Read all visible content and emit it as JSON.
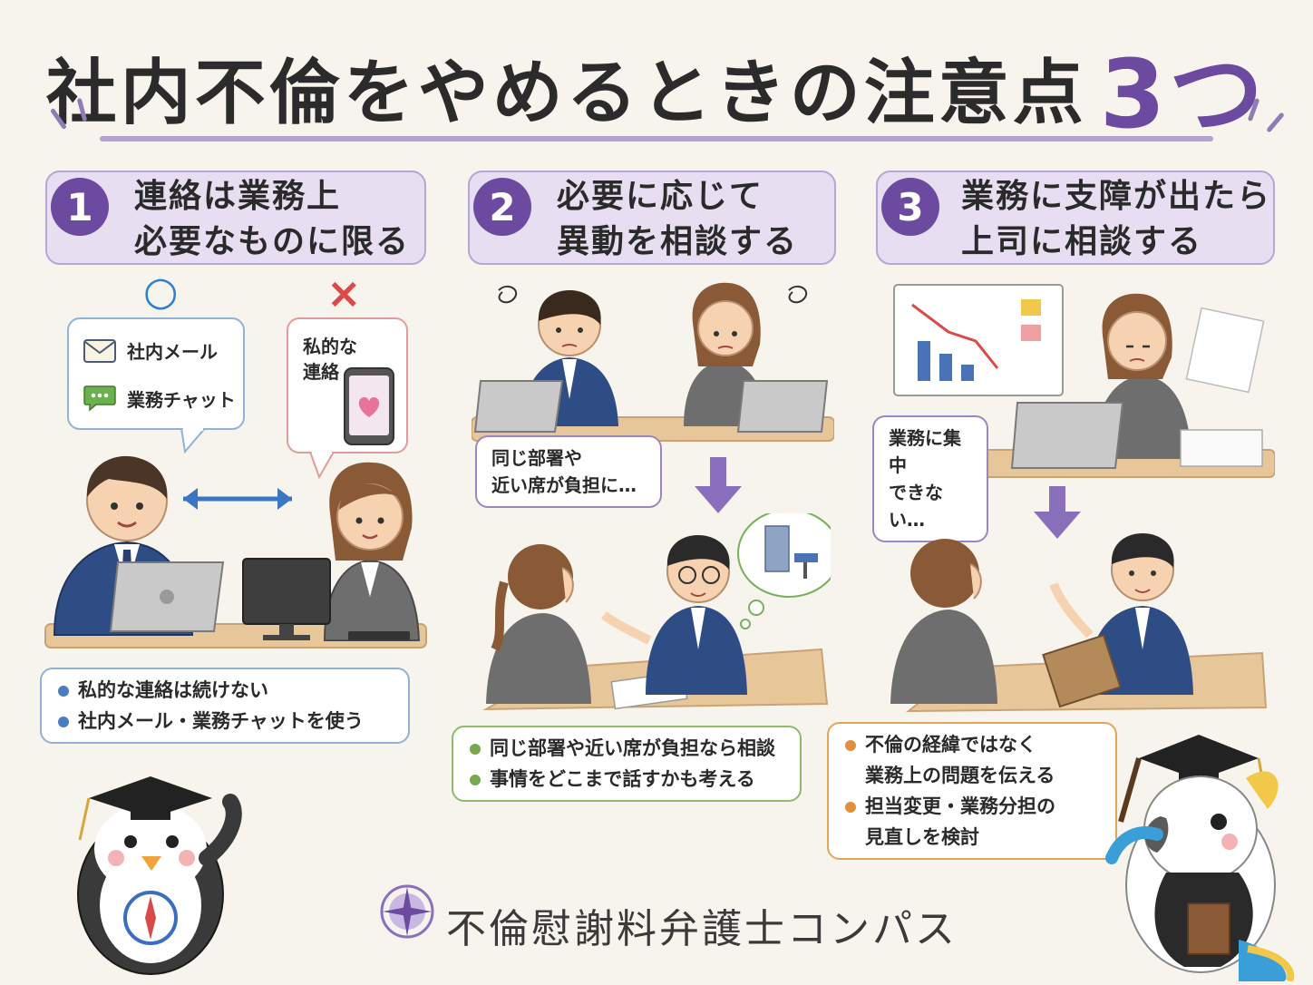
{
  "title": {
    "text": "社内不倫をやめるときの注意点",
    "number": "3つ"
  },
  "sections": [
    {
      "number": "1",
      "heading": [
        "連絡は業務上",
        "必要なものに限る"
      ],
      "good_mark": "○",
      "bad_mark": "×",
      "good_items": [
        "社内メール",
        "業務チャット"
      ],
      "bad_label": "私的な\n連絡",
      "points": [
        "私的な連絡は続けない",
        "社内メール・業務チャットを使う"
      ],
      "accent": "#4a7cc0"
    },
    {
      "number": "2",
      "heading": [
        "必要に応じて",
        "異動を相談する"
      ],
      "note": [
        "同じ部署や",
        "近い席が負担に…"
      ],
      "points": [
        "同じ部署や近い席が負担なら相談",
        "事情をどこまで話すかも考える"
      ],
      "accent": "#7aa84e"
    },
    {
      "number": "3",
      "heading": [
        "業務に支障が出たら",
        "上司に相談する"
      ],
      "note": [
        "業務に集中",
        "できない…"
      ],
      "points": [
        "不倫の経緯ではなく",
        "業務上の問題を伝える",
        "担当変更・業務分担の",
        "見直しを検討"
      ],
      "accent": "#e0903a"
    }
  ],
  "brand": "不倫慰謝料弁護士コンパス"
}
